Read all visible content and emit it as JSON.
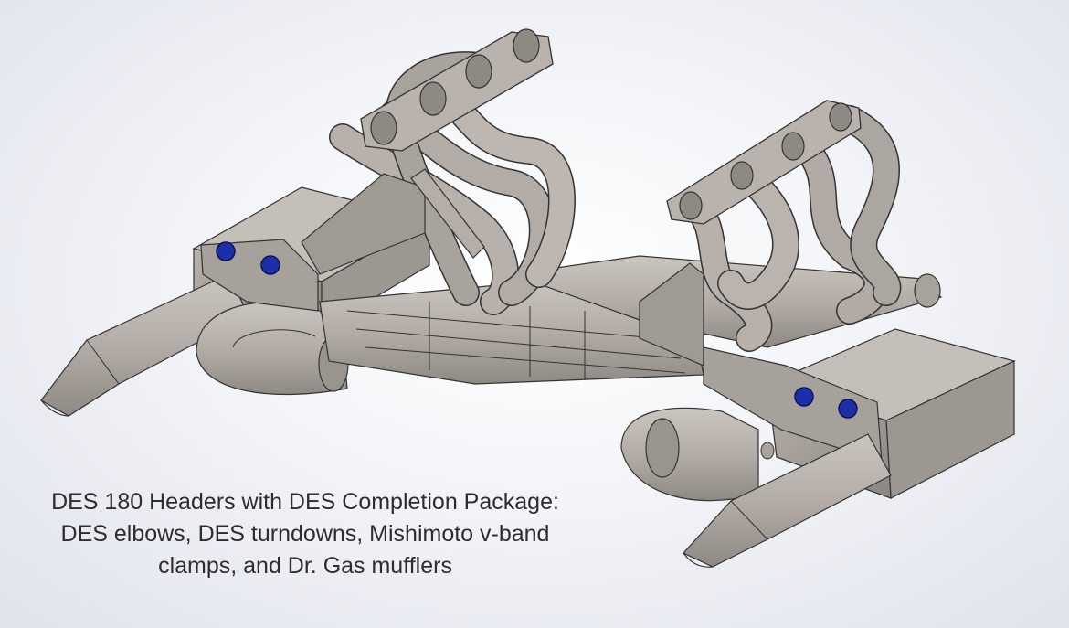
{
  "caption": {
    "line1": "DES 180 Headers with DES Completion Package:",
    "line2": "DES elbows, DES turndowns, Mishimoto v-band",
    "line3": "clamps, and Dr. Gas mufflers"
  },
  "colors": {
    "background": "#eef0f5",
    "metal": "#b3aca7",
    "metal_dark": "#8d8782",
    "outline": "#3a3a3a",
    "bolt": "#1c2fa8"
  }
}
